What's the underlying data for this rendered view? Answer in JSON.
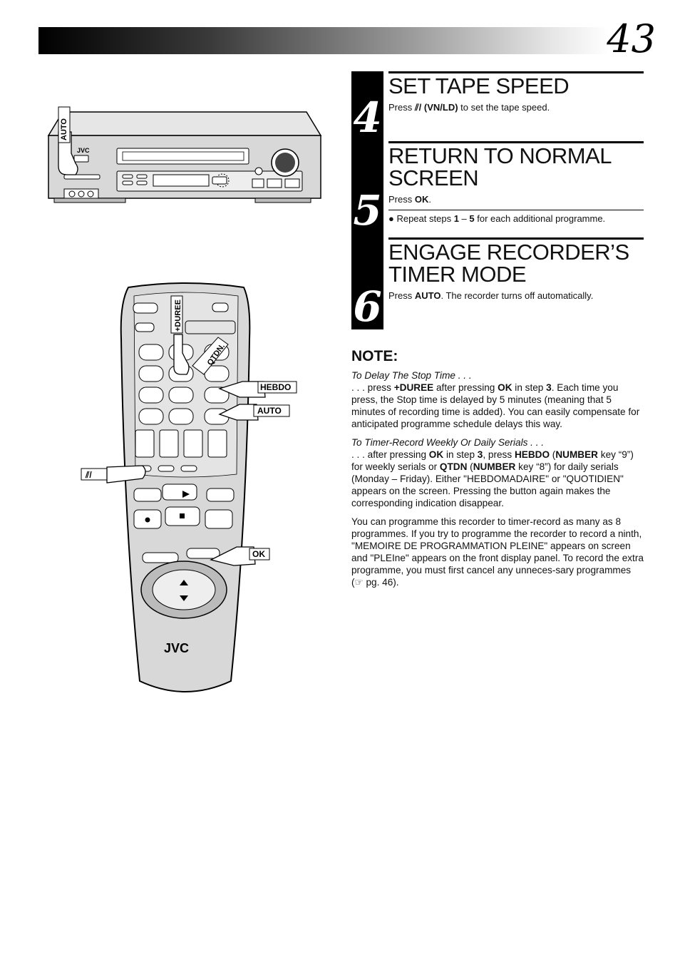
{
  "page_number": "43",
  "steps": [
    {
      "num": "4",
      "title": "SET TAPE SPEED",
      "body_pre": "Press ",
      "symbol": "⫽/",
      "body_bold": "(VN/LD)",
      "body_post": " to set the tape speed."
    },
    {
      "num": "5",
      "title_line1": "RETURN TO NORMAL",
      "title_line2": "SCREEN",
      "body_pre": "Press ",
      "body_bold": "OK",
      "body_post": ".",
      "bullet_pre": "● Repeat steps ",
      "bullet_b1": "1",
      "bullet_mid": " – ",
      "bullet_b2": "5",
      "bullet_post": " for each additional programme."
    },
    {
      "num": "6",
      "title_line1": "ENGAGE RECORDER’S",
      "title_line2": "TIMER MODE",
      "body_pre": "Press ",
      "body_bold": "AUTO",
      "body_post": ". The recorder turns off automatically."
    }
  ],
  "note": {
    "heading": "NOTE:",
    "p1_title": "To Delay The Stop Time . . .",
    "p1": {
      "a": ". . . press ",
      "b": "+DUREE",
      "c": " after pressing ",
      "d": "OK",
      "e": " in step ",
      "f": "3",
      "g": ". Each time you press, the Stop time is delayed by 5 minutes (meaning that 5 minutes of recording time is added). You can easily compensate for anticipated programme schedule delays this way."
    },
    "p2_title": "To Timer-Record Weekly Or Daily Serials . . .",
    "p2": {
      "a": ". . . after pressing ",
      "b": "OK",
      "c": " in step ",
      "d": "3",
      "e": ", press ",
      "f": "HEBDO",
      "g": " (",
      "h": "NUMBER",
      "i": " key “9”) for weekly serials or ",
      "j": "QTDN",
      "k": " (",
      "l": "NUMBER",
      "m": " key “8”) for daily serials (Monday – Friday). Either \"HEBDOMADAIRE\" or \"QUOTIDIEN\" appears on the screen. Pressing the button again makes the corresponding indication disappear."
    },
    "p3": "You can programme this recorder to timer-record as many as 8 programmes. If you try to programme the recorder to record a ninth, \"MEMOIRE DE PROGRAMMATION PLEINE\" appears on screen and \"PLEIne\" appears on the front display panel. To record the extra programme, you must first cancel any unneces-sary programmes (☞ pg. 46)."
  },
  "vcr": {
    "brand": "JVC",
    "auto_label": "AUTO"
  },
  "remote": {
    "brand": "JVC",
    "callouts": {
      "duree": "+DUREE",
      "qtdn": "QTDN.",
      "hebdo": "HEBDO",
      "auto": "AUTO",
      "ok": "OK",
      "speed": "⫽/"
    }
  }
}
